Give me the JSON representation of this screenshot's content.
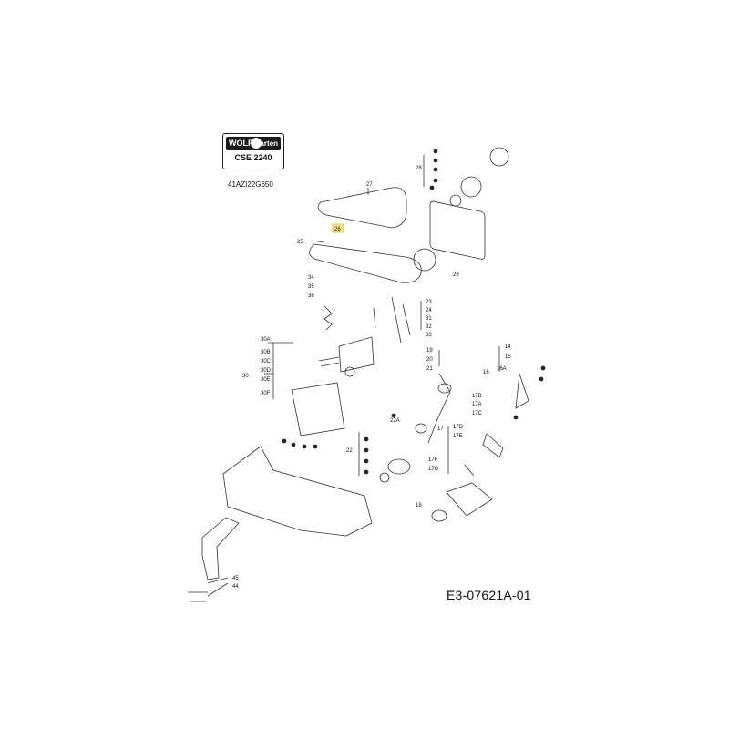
{
  "logo": {
    "brand_left": "WOLF",
    "brand_right": "Garten",
    "model": "CSE 2240"
  },
  "serial": "41AZI22G650",
  "drawing_code": "E3-07621A-01",
  "highlighted_part": "26",
  "callouts": [
    "27",
    "26",
    "25",
    "28",
    "29",
    "34",
    "35",
    "36",
    "23",
    "24",
    "31",
    "32",
    "33",
    "30A",
    "30B",
    "30C",
    "30D",
    "30E",
    "30",
    "30F",
    "19",
    "20",
    "21",
    "14",
    "15",
    "16",
    "16A",
    "22A",
    "22",
    "17B",
    "17A",
    "17C",
    "17",
    "17D",
    "17E",
    "17F",
    "17G",
    "18",
    "45",
    "44"
  ]
}
